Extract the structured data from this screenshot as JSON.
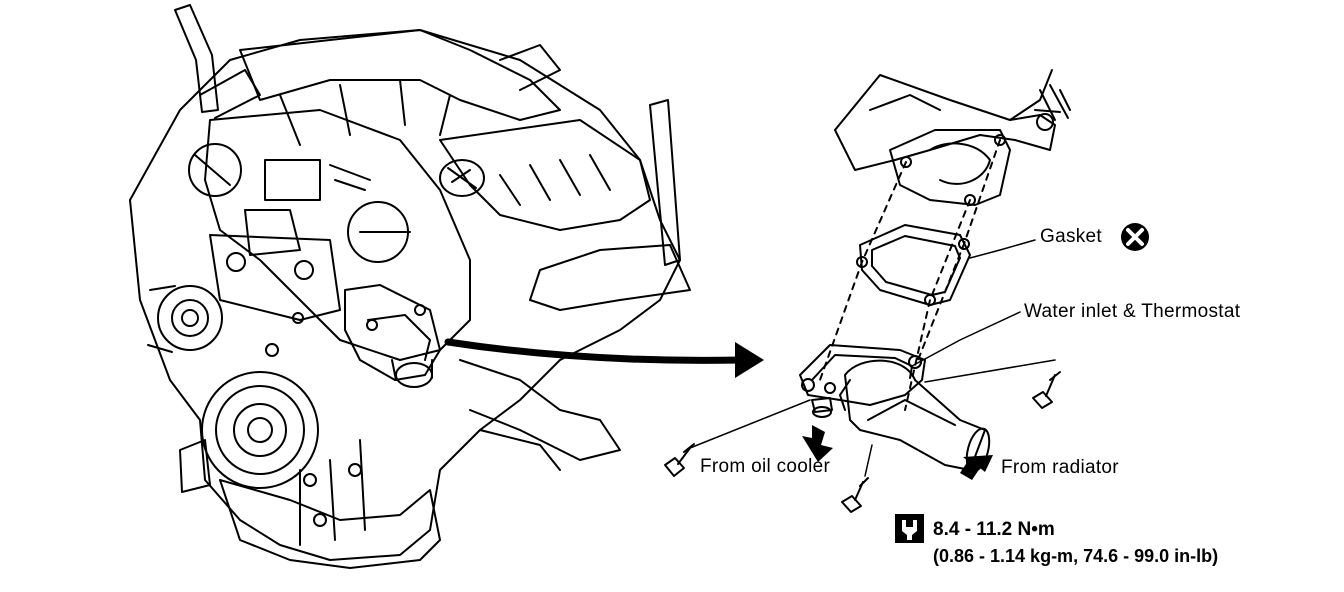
{
  "labels": {
    "gasket": "Gasket",
    "water_inlet": "Water inlet & Thermostat",
    "from_oil_cooler": "From oil cooler",
    "from_radiator": "From radiator"
  },
  "torque": {
    "primary": "8.4 - 11.2 N•m",
    "secondary": "(0.86 - 1.14 kg-m, 74.6 - 99.0 in-lb)"
  },
  "icons": {
    "replace": "x-circle-icon",
    "torque": "torque-wrench-icon"
  },
  "colors": {
    "line": "#000000",
    "background": "#ffffff"
  }
}
